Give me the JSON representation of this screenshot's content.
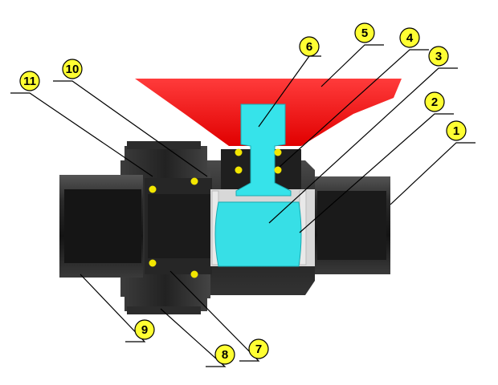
{
  "colors": {
    "body_dark": "#1e1e1e",
    "body_mid": "#2e2e2e",
    "body_light": "#5a5a5a",
    "handle_red": "#ff1a1a",
    "stem_cyan": "#33e6ee",
    "ball_cyan": "#37dfe6",
    "seal_yellow": "#f2e600",
    "callout_fill": "#ffff33",
    "leader_line": "#000000",
    "background": "#ffffff"
  },
  "callouts": [
    {
      "id": "1",
      "label": "1"
    },
    {
      "id": "2",
      "label": "2"
    },
    {
      "id": "3",
      "label": "3"
    },
    {
      "id": "4",
      "label": "4"
    },
    {
      "id": "5",
      "label": "5"
    },
    {
      "id": "6",
      "label": "6"
    },
    {
      "id": "7",
      "label": "7"
    },
    {
      "id": "8",
      "label": "8"
    },
    {
      "id": "9",
      "label": "9"
    },
    {
      "id": "10",
      "label": "10"
    },
    {
      "id": "11",
      "label": "11"
    }
  ]
}
